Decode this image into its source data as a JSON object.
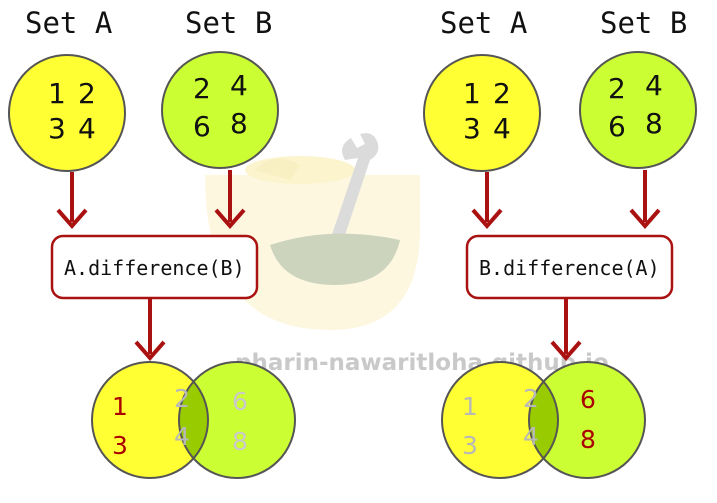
{
  "watermark": {
    "text": "pharin-nawaritloha.github.io",
    "icon": "wrench-bowl-logo"
  },
  "colors": {
    "set_a": "#ffff33",
    "set_b": "#ccff33",
    "intersection": "#99cc00",
    "arrow": "#aa1111",
    "highlight_text": "#aa0000",
    "dim_text": "#b8b8b8"
  },
  "left": {
    "set_a_title": "Set A",
    "set_b_title": "Set B",
    "set_a_values": [
      "1",
      "2",
      "3",
      "4"
    ],
    "set_b_values": [
      "2",
      "4",
      "6",
      "8"
    ],
    "operation": "A.difference(B)",
    "result_a_only": [
      "1",
      "3"
    ],
    "result_both": [
      "2",
      "4"
    ],
    "result_b_only": [
      "6",
      "8"
    ]
  },
  "right": {
    "set_a_title": "Set A",
    "set_b_title": "Set B",
    "set_a_values": [
      "1",
      "2",
      "3",
      "4"
    ],
    "set_b_values": [
      "2",
      "4",
      "6",
      "8"
    ],
    "operation": "B.difference(A)",
    "result_a_only": [
      "1",
      "3"
    ],
    "result_both": [
      "2",
      "4"
    ],
    "result_b_only": [
      "6",
      "8"
    ]
  }
}
